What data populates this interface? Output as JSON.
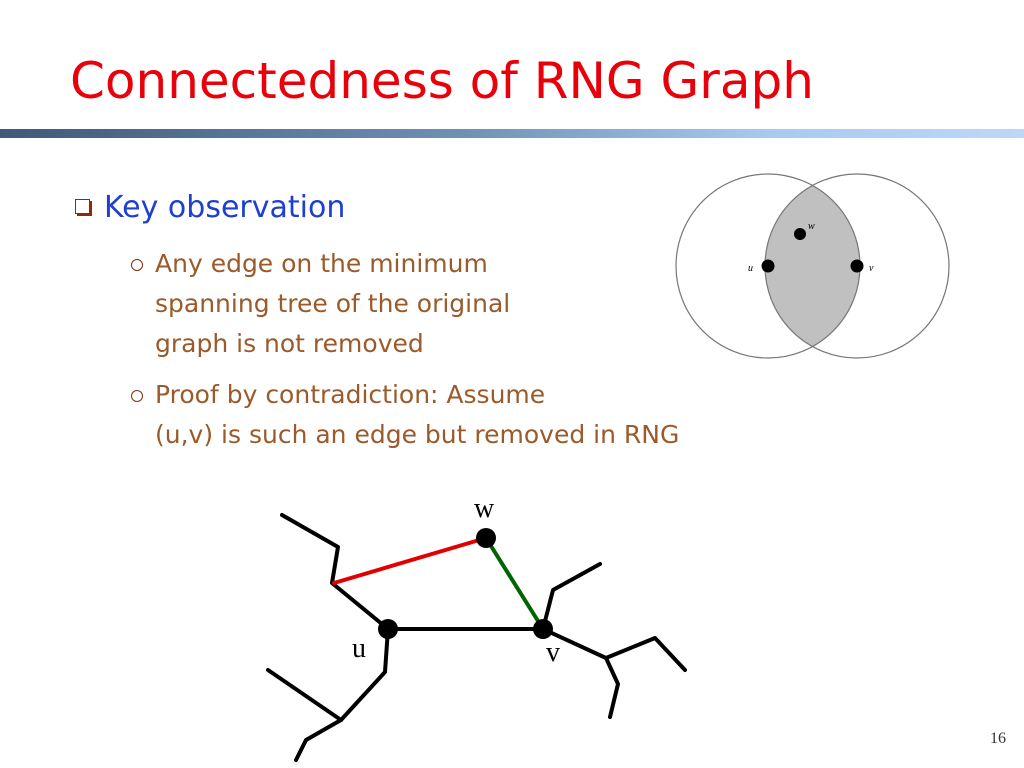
{
  "slide": {
    "title": "Connectedness of RNG Graph",
    "page_number": "16",
    "bullet": {
      "text": "Key observation",
      "sub_bullets": [
        {
          "lines": [
            "Any edge on the minimum",
            "spanning tree of the original",
            "graph is not removed"
          ]
        },
        {
          "lines": [
            "Proof by contradiction: Assume",
            "(u,v) is such an edge but removed in RNG"
          ]
        }
      ]
    }
  },
  "circle_diagram": {
    "labels": {
      "u": "u",
      "v": "v",
      "w": "w"
    },
    "colors": {
      "lune_fill": "#c0c0c0",
      "circle_stroke": "#777777",
      "node": "#000000"
    }
  },
  "tree_diagram": {
    "labels": {
      "u": "u",
      "v": "v",
      "w": "w"
    },
    "colors": {
      "red_edge": "#e00000",
      "green_edge": "#006400",
      "edge": "#000000"
    }
  }
}
